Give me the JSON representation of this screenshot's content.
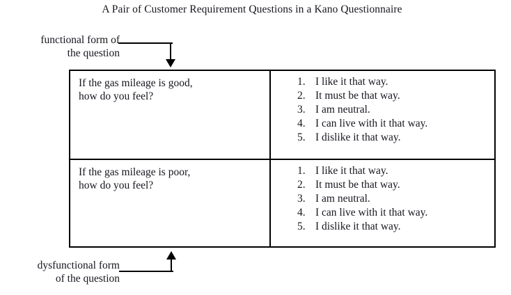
{
  "figure": {
    "title": "A Pair of Customer Requirement Questions in a Kano Questionnaire",
    "background_color": "#ffffff",
    "line_color": "#000000",
    "text_color": "#16161f"
  },
  "annotations": {
    "functional": {
      "line1": "functional form of",
      "line2": "the question",
      "arrow_direction": "down",
      "points_to": "row-1"
    },
    "dysfunctional": {
      "line1": "dysfunctional form",
      "line2": "of the question",
      "arrow_direction": "up",
      "points_to": "row-2"
    }
  },
  "table": {
    "rows": [
      {
        "question_line1": "If the gas mileage is good,",
        "question_line2": "how do you feel?",
        "answers": [
          {
            "num": "1.",
            "text": "I like it that way."
          },
          {
            "num": "2.",
            "text": "It must be that way."
          },
          {
            "num": "3.",
            "text": "I am neutral."
          },
          {
            "num": "4.",
            "text": "I can live with it that way."
          },
          {
            "num": "5.",
            "text": "I dislike it that way."
          }
        ]
      },
      {
        "question_line1": "If the gas mileage is poor,",
        "question_line2": "how do you feel?",
        "answers": [
          {
            "num": "1.",
            "text": "I like it that way."
          },
          {
            "num": "2.",
            "text": "It must be that way."
          },
          {
            "num": "3.",
            "text": "I am neutral."
          },
          {
            "num": "4.",
            "text": "I can live with it that way."
          },
          {
            "num": "5.",
            "text": "I dislike it that way."
          }
        ]
      }
    ]
  }
}
